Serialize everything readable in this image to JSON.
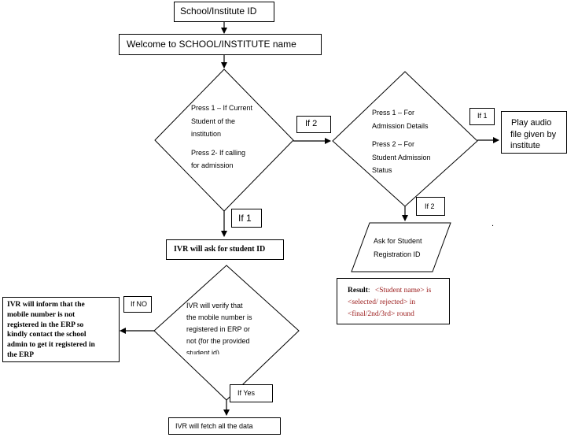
{
  "colors": {
    "line": "#000000",
    "result_value": "#9b1b1b"
  },
  "nodes": {
    "school_id": "School/Institute ID",
    "welcome": "Welcome to SCHOOL/INSTITUTE name",
    "menu1": {
      "line1": "Press 1 – If Current",
      "line2": "Student of the",
      "line3": "institution",
      "line4": "Press 2- If calling",
      "line5": "for admission"
    },
    "menu2": {
      "line1": "Press 1 – For",
      "line2": "Admission Details",
      "line3": "Press 2 – For",
      "line4": "Student Admission",
      "line5": "Status"
    },
    "play_audio": {
      "line1": "Play audio",
      "line2": "file given by",
      "line3": "institute"
    },
    "ask_reg": {
      "line1": "Ask for Student",
      "line2": "Registration ID"
    },
    "ask_student_id": "IVR will ask for student ID",
    "verify": {
      "line1": "IVR will verify that",
      "line2": "the mobile number is",
      "line3": "registered in ERP or",
      "line4": "not (for the provided",
      "line5": "student id)"
    },
    "inform": {
      "line1": "IVR will inform that the",
      "line2": "mobile number is not",
      "line3": "registered in the ERP so",
      "line4": "kindly contact the school",
      "line5": "admin to get it registered in",
      "line6": "the ERP"
    },
    "fetch": "IVR will fetch all the data"
  },
  "edge_labels": {
    "if2_menu1": "If 2",
    "if1_menu1": "If 1",
    "if1_menu2": "If 1",
    "if2_menu2": "If 2",
    "if_no": "If NO",
    "if_yes": "If Yes"
  },
  "result": {
    "label": "Result",
    "sep": ":",
    "line1": "<Student name> is",
    "line2": "<selected/ rejected> in",
    "line3": "<final/2nd/3rd> round"
  },
  "stray_dot": "."
}
